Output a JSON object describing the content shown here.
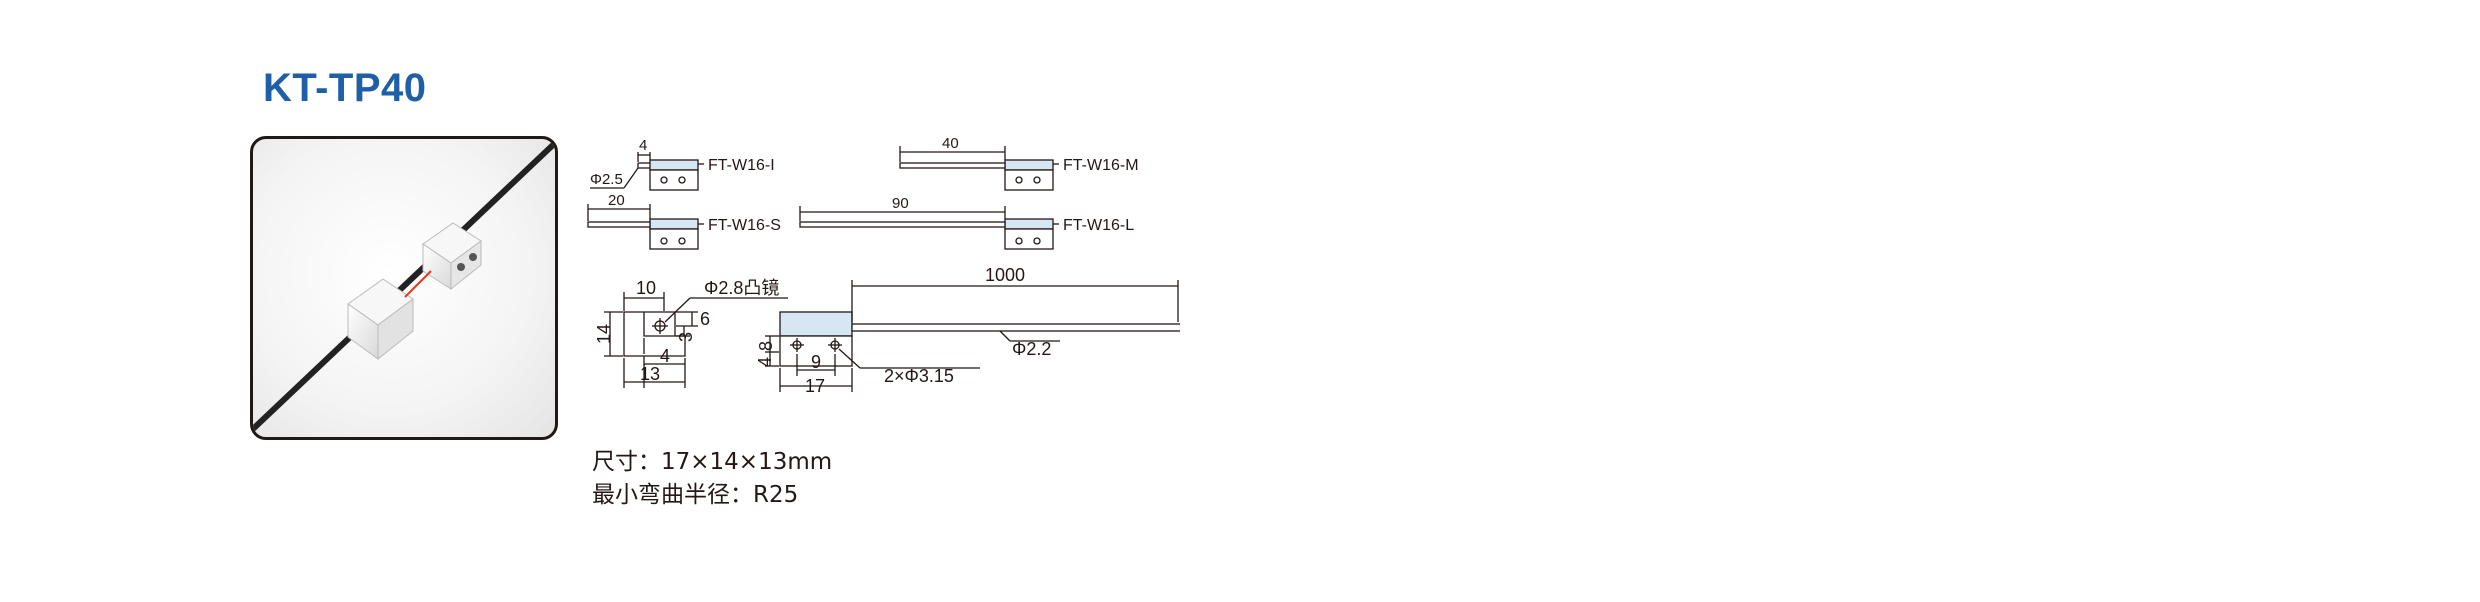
{
  "product": {
    "model": "KT-TP40"
  },
  "variants": [
    {
      "model": "FT-W16-I",
      "length": "4",
      "diameter": "Φ2.5"
    },
    {
      "model": "FT-W16-M",
      "length": "40"
    },
    {
      "model": "FT-W16-S",
      "length": "20"
    },
    {
      "model": "FT-W16-L",
      "length": "90"
    }
  ],
  "dimensions": {
    "lens": "Φ2.8凸镜",
    "side_width_top": "10",
    "side_height": "14",
    "side_depth": "6",
    "side_step": "3",
    "side_inner": "4",
    "side_bottom": "13",
    "fiber_length": "1000",
    "fiber_diameter": "Φ2.2",
    "front_height": "8",
    "front_offset": "4",
    "hole_pitch": "9",
    "front_width": "17",
    "holes": "2×Φ3.15"
  },
  "specs": {
    "size": "尺寸：17×14×13mm",
    "bend_radius": "最小弯曲半径：R25"
  },
  "colors": {
    "title": "#1e5fa8",
    "line": "#231815",
    "block_fill": "#d6e6f2"
  }
}
